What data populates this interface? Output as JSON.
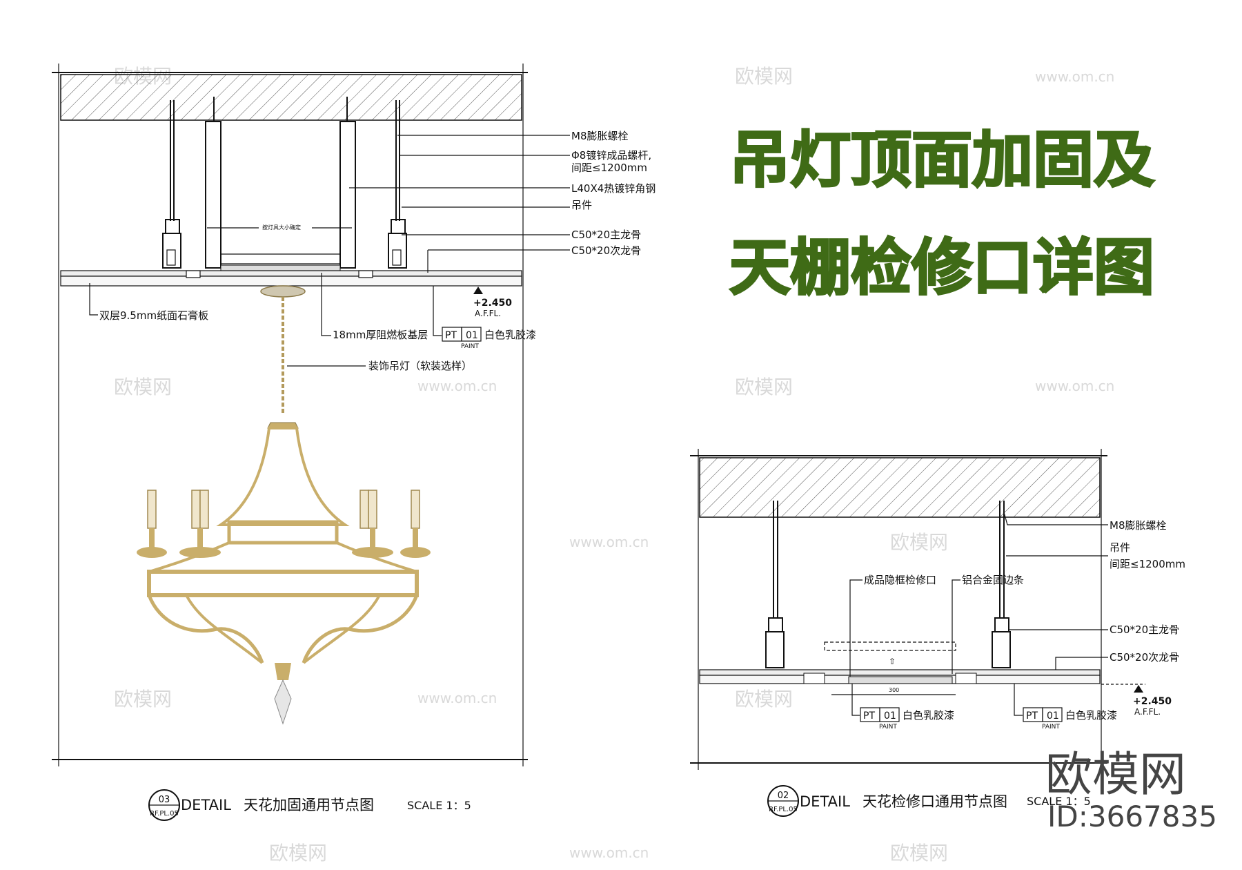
{
  "title": {
    "line1": "吊灯顶面加固及",
    "line2": "天棚检修口详图",
    "color": "#3f6b16"
  },
  "watermark": {
    "brand": "欧模网",
    "url": "www.om.cn",
    "id": "ID:3667835"
  },
  "detail_left": {
    "labels": {
      "bolt": "M8膨胀螺栓",
      "rod_1": "Φ8镀锌成品螺杆,",
      "rod_2": "间距≤1200mm",
      "angle": "L40X4热镀锌角钢",
      "hanger": "吊件",
      "main_keel": "C50*20主龙骨",
      "sub_keel": "C50*20次龙骨",
      "gypsum": "双层9.5mm纸面石膏板",
      "fireboard": "18mm厚阻燃板基层",
      "chandelier": "装饰吊灯（软装选样）",
      "inner_note": "按灯具大小确定"
    },
    "level": {
      "value": "+2.450",
      "ref": "A.F.FL."
    },
    "paint_tag": {
      "code": "PT",
      "num": "01",
      "sub": "PAINT",
      "desc": "白色乳胶漆"
    },
    "callout": {
      "number": "03",
      "sheet": "RF.PL.05",
      "word": "DETAIL",
      "name": "天花加固通用节点图",
      "scale": "SCALE 1：5"
    }
  },
  "detail_right": {
    "labels": {
      "bolt": "M8膨胀螺栓",
      "hanger_1": "吊件",
      "hanger_2": "间距≤1200mm",
      "hatch": "成品隐框检修口",
      "trim": "铝合金固边条",
      "main_keel": "C50*20主龙骨",
      "sub_keel": "C50*20次龙骨",
      "dim": "300"
    },
    "level": {
      "value": "+2.450",
      "ref": "A.F.FL."
    },
    "paint_tag_1": {
      "code": "PT",
      "num": "01",
      "sub": "PAINT",
      "desc": "白色乳胶漆"
    },
    "paint_tag_2": {
      "code": "PT",
      "num": "01",
      "sub": "PAINT",
      "desc": "白色乳胶漆"
    },
    "callout": {
      "number": "02",
      "sheet": "RF.PL.05",
      "word": "DETAIL",
      "name": "天花检修口通用节点图",
      "scale": "SCALE 1：5"
    }
  }
}
